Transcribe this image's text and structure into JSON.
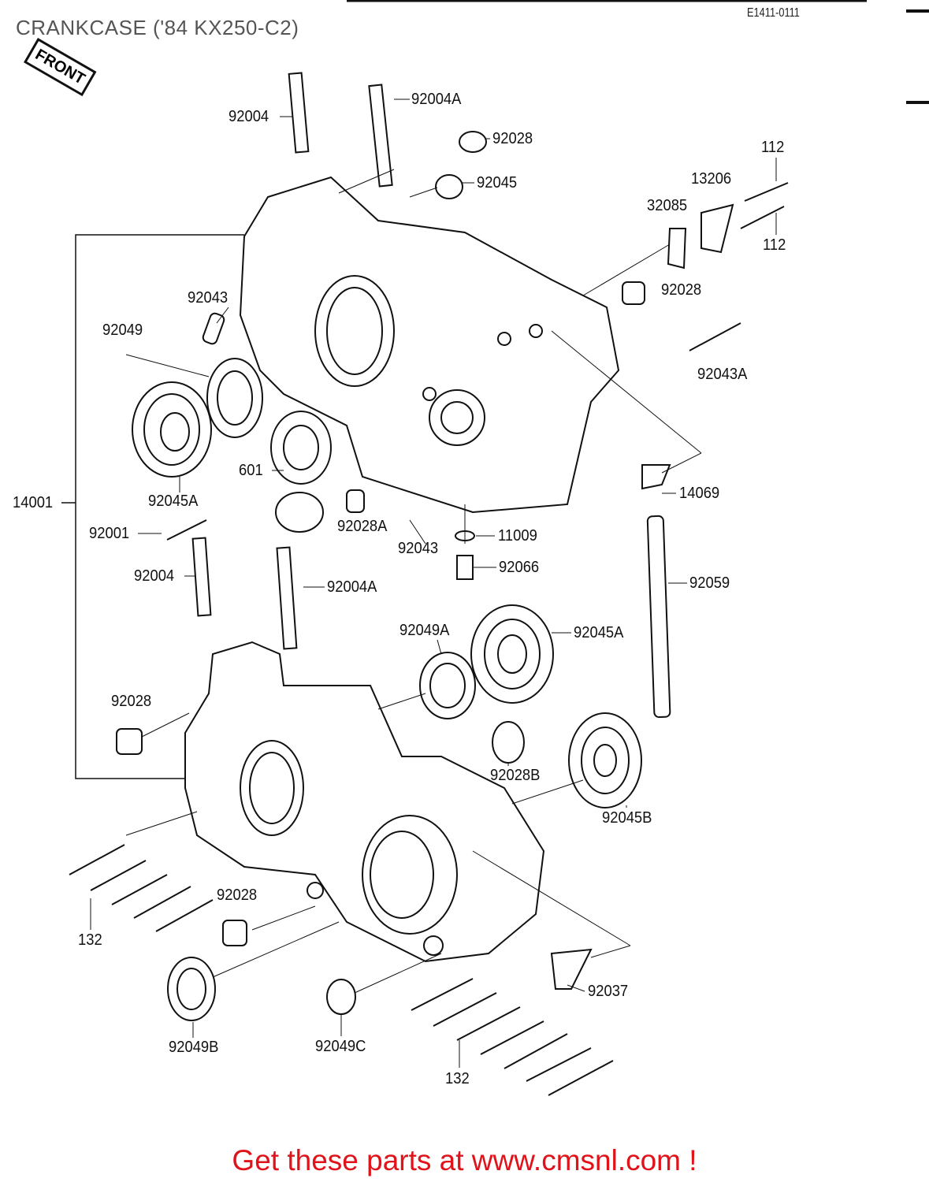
{
  "title": "CRANKCASE ('84 KX250-C2)",
  "diagram_code": "E1411-0111",
  "front_marker": "FRONT",
  "footer": "Get these parts at www.cmsnl.com !",
  "footer_color": "#e0121a",
  "part_labels": [
    "92004",
    "92004A",
    "92028",
    "92045",
    "112",
    "13206",
    "32085",
    "112",
    "92028",
    "92043",
    "92049",
    "92043A",
    "601",
    "92045A",
    "14001",
    "14069",
    "92028A",
    "92001",
    "11009",
    "92043",
    "92066",
    "92004",
    "92004A",
    "92059",
    "92049A",
    "92045A",
    "92028",
    "92028B",
    "92045B",
    "92028",
    "132",
    "92037",
    "92049B",
    "92049C",
    "132"
  ]
}
